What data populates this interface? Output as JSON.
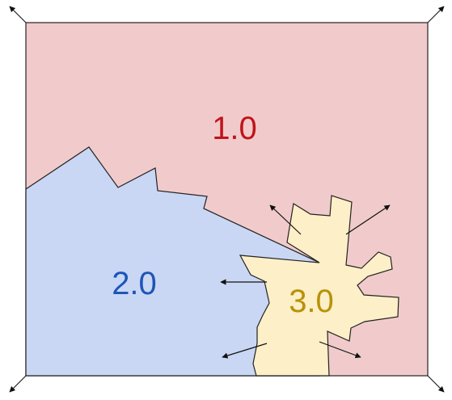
{
  "regions": [
    {
      "id": "region-1",
      "label": "1.0",
      "fill": "#f1cbcb",
      "label_color": "#c0141b"
    },
    {
      "id": "region-2",
      "label": "2.0",
      "fill": "#c9d7f4",
      "label_color": "#1d55b8"
    },
    {
      "id": "region-3",
      "label": "3.0",
      "fill": "#fdefc7",
      "label_color": "#b7920a"
    }
  ],
  "colors": {
    "border": "#222222",
    "arrow": "#111111"
  },
  "icons": {
    "corner_arrow": "diagonal-arrow-icon",
    "flow_arrow": "outward-arrow-icon"
  }
}
